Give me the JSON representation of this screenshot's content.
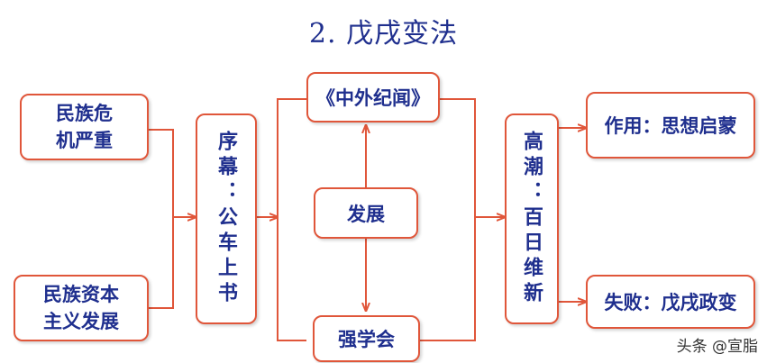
{
  "title": "2. 戊戌变法",
  "boxes": {
    "crisis": "民族危\n机严重",
    "capital": "民族资本\n主义发展",
    "prelude": "序幕：公车上书",
    "newspaper": "《中外纪闻》",
    "develop": "发展",
    "society": "强学会",
    "climax": "高潮：百日维新",
    "effect": "作用：思想启蒙",
    "failure": "失败：戊戌政变"
  },
  "watermark": "头条 @宣脂",
  "colors": {
    "line": "#e0563a",
    "text": "#1f2f8e"
  }
}
